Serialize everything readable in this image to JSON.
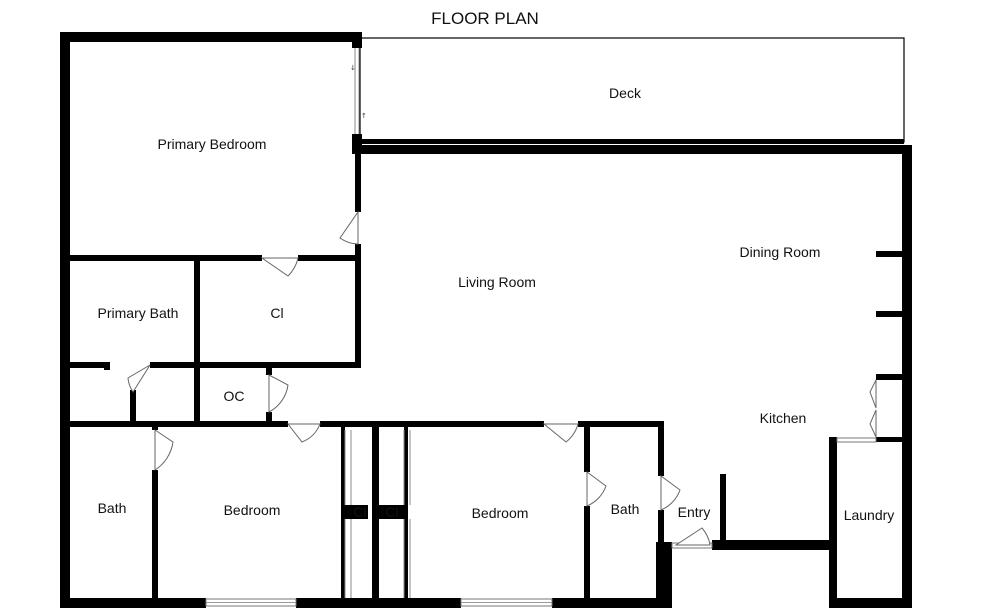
{
  "title": "FLOOR PLAN",
  "rooms": {
    "deck": "Deck",
    "primary_bedroom": "Primary Bedroom",
    "dining_room": "Dining Room",
    "living_room": "Living Room",
    "primary_bath": "Primary Bath",
    "closet_primary": "Cl",
    "oc": "OC",
    "kitchen": "Kitchen",
    "bath_left": "Bath",
    "bedroom_left": "Bedroom",
    "closet_left": "Cl",
    "closet_right": "Cl",
    "bedroom_right": "Bedroom",
    "bath_right": "Bath",
    "entry": "Entry",
    "laundry": "Laundry"
  }
}
